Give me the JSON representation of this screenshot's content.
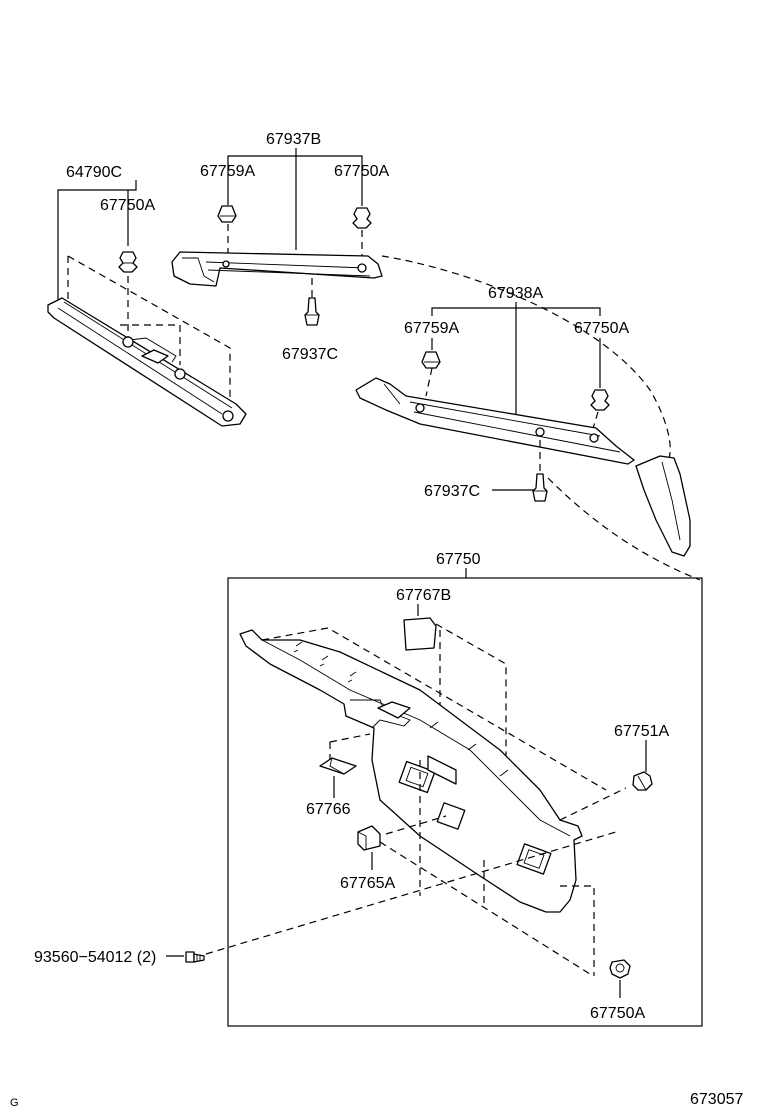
{
  "labels": {
    "p64790C": "64790C",
    "p67750A_left": "67750A",
    "p67937B": "67937B",
    "p67759A_top": "67759A",
    "p67750A_top": "67750A",
    "p67937C_top": "67937C",
    "p67938A": "67938A",
    "p67759A_mid": "67759A",
    "p67750A_mid": "67750A",
    "p67937C_mid": "67937C",
    "p67750": "67750",
    "p67767B": "67767B",
    "p67751A": "67751A",
    "p67766": "67766",
    "p67765A": "67765A",
    "p93560": "93560−54012 (2)",
    "p67750A_bottom": "67750A"
  },
  "footer": {
    "left_code": "G",
    "figure_number": "673057"
  }
}
